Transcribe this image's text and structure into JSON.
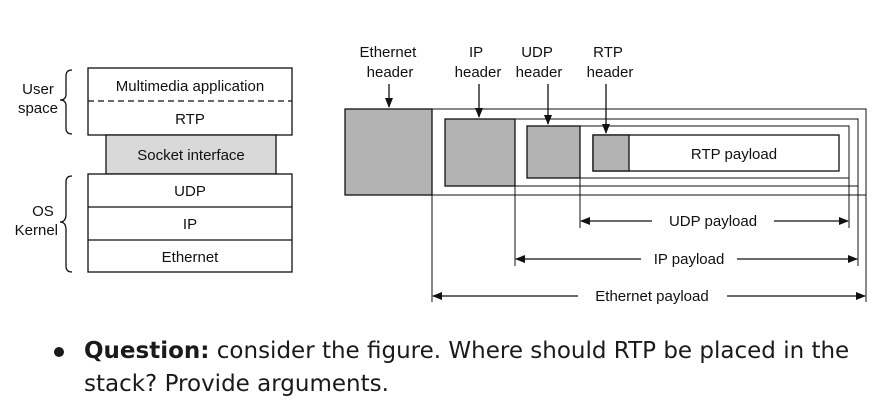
{
  "stack": {
    "user_space_label": [
      "User",
      "space"
    ],
    "os_kernel_label": [
      "OS",
      "Kernel"
    ],
    "layers": {
      "multimedia": "Multimedia application",
      "rtp": "RTP",
      "socket": "Socket interface",
      "udp": "UDP",
      "ip": "IP",
      "ethernet": "Ethernet"
    }
  },
  "packet": {
    "headers": {
      "ethernet": [
        "Ethernet",
        "header"
      ],
      "ip": [
        "IP",
        "header"
      ],
      "udp": [
        "UDP",
        "header"
      ],
      "rtp": [
        "RTP",
        "header"
      ]
    },
    "rtp_payload": "RTP payload",
    "udp_payload": "UDP payload",
    "ip_payload": "IP payload",
    "ethernet_payload": "Ethernet payload"
  },
  "question": {
    "lead": "Question:",
    "text": " consider the figure. Where should RTP be placed in the stack? Provide arguments."
  },
  "colors": {
    "header_fill": "#b3b3b3",
    "socket_fill": "#d9d9d9",
    "line": "#111111"
  }
}
